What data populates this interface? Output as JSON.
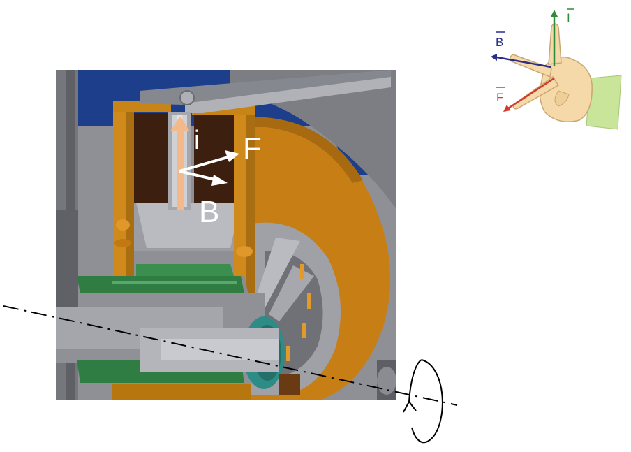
{
  "diagram": {
    "labels": {
      "current": "i",
      "force": "F",
      "field": "B"
    },
    "hand_rule": {
      "current": "I",
      "field": "B",
      "force": "F"
    },
    "colors": {
      "copper_orange": "#c77e15",
      "copper_dark": "#8f5808",
      "magnet_brown": "#3d1f10",
      "steel_gray": "#9b9da3",
      "steel_light": "#b9bbc0",
      "steel_dark": "#66686d",
      "background_blue": "#1d3e8a",
      "board_green": "#2f7d43",
      "current_arrow": "#f4b98a",
      "white_arrow": "#ffffff",
      "hand_current": "#2e8b3a",
      "hand_field": "#2b2d8a",
      "hand_force": "#cf3b2c",
      "skin": "#f5d9a8",
      "sleeve": "#c8e59a"
    }
  }
}
